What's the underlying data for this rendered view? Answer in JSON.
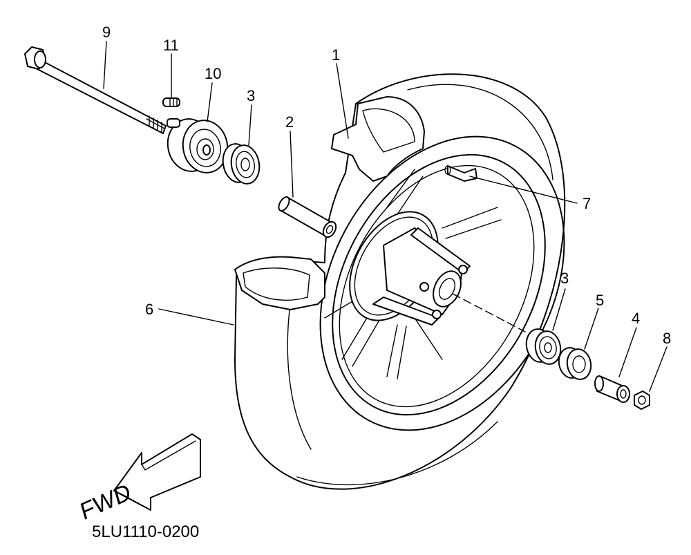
{
  "diagram": {
    "title_code": "5LU1110-0200",
    "direction_arrow": {
      "label": "FWD"
    },
    "callouts": [
      {
        "number": "1",
        "part": "wheel"
      },
      {
        "number": "2",
        "part": "spacer"
      },
      {
        "number": "3",
        "part": "bearing"
      },
      {
        "number": "3",
        "part": "bearing"
      },
      {
        "number": "4",
        "part": "collar"
      },
      {
        "number": "5",
        "part": "oil-seal"
      },
      {
        "number": "6",
        "part": "tire"
      },
      {
        "number": "7",
        "part": "valve"
      },
      {
        "number": "8",
        "part": "nut"
      },
      {
        "number": "9",
        "part": "axle"
      },
      {
        "number": "10",
        "part": "gear-unit"
      },
      {
        "number": "11",
        "part": "screw"
      }
    ]
  }
}
